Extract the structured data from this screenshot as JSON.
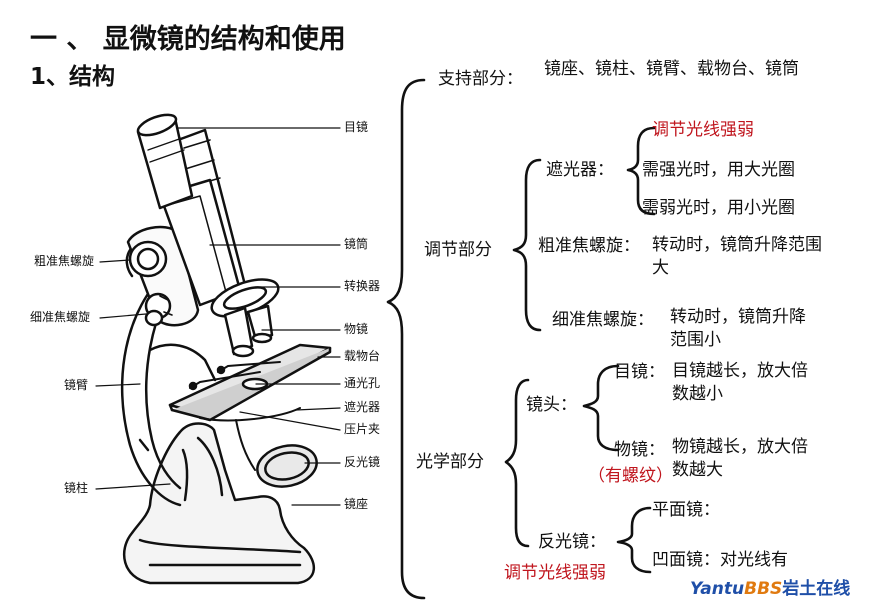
{
  "heading": {
    "title": "一 、 显微镜的结构和使用",
    "subtitle": "1、结构"
  },
  "parts": [
    {
      "key": "eyepiece",
      "label": "目镜"
    },
    {
      "key": "tube",
      "label": "镜筒"
    },
    {
      "key": "coarse",
      "label": "粗准焦螺旋"
    },
    {
      "key": "nosepiece",
      "label": "转换器"
    },
    {
      "key": "fine",
      "label": "细准焦螺旋"
    },
    {
      "key": "objective",
      "label": "物镜"
    },
    {
      "key": "stage",
      "label": "载物台"
    },
    {
      "key": "arm",
      "label": "镜臂"
    },
    {
      "key": "aperture",
      "label": "通光孔"
    },
    {
      "key": "diaphragm",
      "label": "遮光器"
    },
    {
      "key": "clip",
      "label": "压片夹"
    },
    {
      "key": "mirror",
      "label": "反光镜"
    },
    {
      "key": "pillar",
      "label": "镜柱"
    },
    {
      "key": "base",
      "label": "镜座"
    }
  ],
  "tree": {
    "support": {
      "label": "支持部分：",
      "items": "镜座、镜柱、镜臂、载物台、镜筒"
    },
    "adjust": {
      "label": "调节部分",
      "diaphragm": {
        "label": "遮光器：",
        "note": "调节光线强弱",
        "strong": "需强光时，用大光圈",
        "weak": "需弱光时，用小光圈"
      },
      "coarse": {
        "label": "粗准焦螺旋：",
        "text": "转动时，镜筒升降范围大"
      },
      "fine": {
        "label": "细准焦螺旋：",
        "text": "转动时，镜筒升降范围小"
      }
    },
    "optics": {
      "label": "光学部分",
      "lens": {
        "label": "镜头：",
        "eyepiece_label": "目镜：",
        "eyepiece_text": "目镜越长，放大倍数越小",
        "objective_label": "物镜：",
        "objective_text": "物镜越长，放大倍数越大",
        "objective_note": "（有螺纹）"
      },
      "mirror": {
        "label": "反光镜：",
        "note": "调节光线强弱",
        "plane": "平面镜：",
        "concave": "凹面镜：对光线有"
      }
    }
  },
  "watermark": {
    "brand_a": "Yantu",
    "brand_b": "BBS",
    "brand_c": "岩土在线"
  }
}
